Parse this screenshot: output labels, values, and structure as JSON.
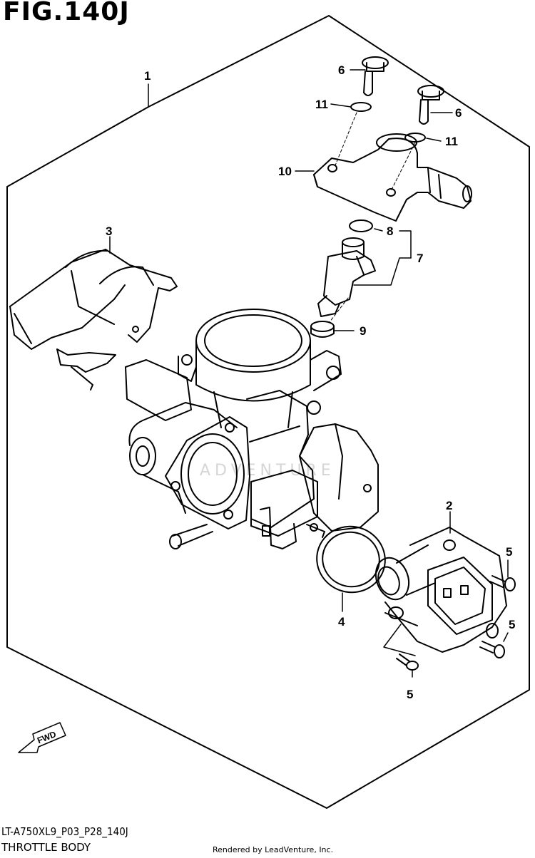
{
  "figure": {
    "title": "FIG.140J",
    "code": "LT-A750XL9_P03_P28_140J",
    "caption": "THROTTLE BODY",
    "rendered_by": "Rendered by LeadVenture, Inc.",
    "watermark": "ADVENTURE",
    "fwd_label": "FWD"
  },
  "callouts": {
    "c1": "1",
    "c2": "2",
    "c3": "3",
    "c4": "4",
    "c5a": "5",
    "c5b": "5",
    "c5c": "5",
    "c6a": "6",
    "c6b": "6",
    "c7": "7",
    "c8": "8",
    "c9": "9",
    "c10": "10",
    "c11a": "11",
    "c11b": "11"
  }
}
